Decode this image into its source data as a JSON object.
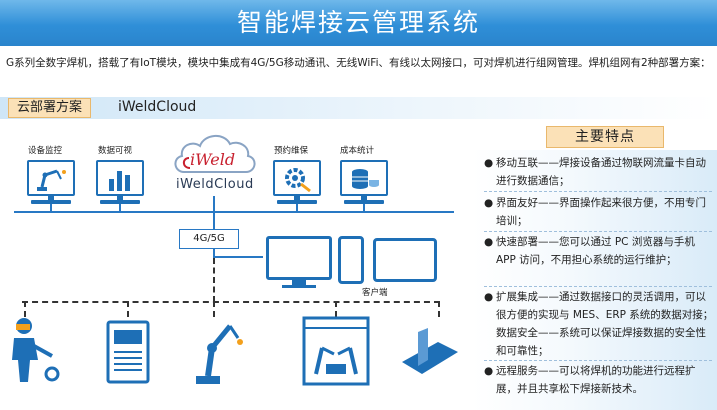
{
  "header": {
    "title": "智能焊接云管理系统"
  },
  "intro": {
    "text": "G系列全数字焊机，搭载了有IoT模块，模块中集成有4G/5G移动通讯、无线WiFi、有线以太网接口，可对焊机进行组网管理。焊机组网有2种部署方案："
  },
  "deployment": {
    "tag": "云部署方案",
    "name": "iWeldCloud"
  },
  "top_modules": [
    {
      "label": "设备监控",
      "icon": "robot-arm-monitor-icon"
    },
    {
      "label": "数据可视",
      "icon": "bar-chart-monitor-icon"
    },
    {
      "label": "预约维保",
      "icon": "gear-wrench-monitor-icon"
    },
    {
      "label": "成本统计",
      "icon": "coins-monitor-icon"
    }
  ],
  "cloud": {
    "logo_text": "iWeld",
    "name": "iWeldCloud"
  },
  "network": {
    "label": "4G/5G"
  },
  "clients": {
    "label": "客户端"
  },
  "features": {
    "title": "主要特点",
    "items": [
      "移动互联——焊接设备通过物联网流量卡自动进行数据通信；",
      "界面友好——界面操作起来很方便，不用专门培训；",
      "快速部署——您可以通过 PC 浏览器与手机 APP 访问，不用担心系统的运行维护；",
      "扩展集成——通过数据接口的灵活调用，可以很方便的实现与 MES、ERP 系统的数据对接； 数据安全——系统可以保证焊接数据的安全性和可靠性；",
      "远程服务——可以将焊机的功能进行远程扩展，并且共享松下焊接新技术。"
    ]
  },
  "colors": {
    "accent": "#2a84cc",
    "tag_fill": "#fbe1b7",
    "logo_red": "#c8202e"
  }
}
